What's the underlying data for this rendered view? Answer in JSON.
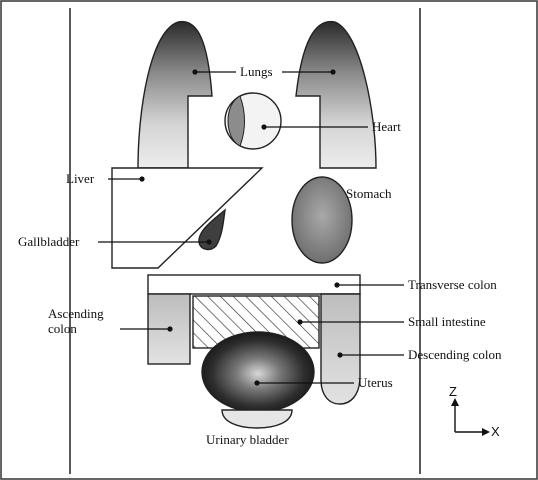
{
  "labels": {
    "lungs": "Lungs",
    "heart": "Heart",
    "liver": "Liver",
    "stomach": "Stomach",
    "gallbladder": "Gallbladder",
    "transverse_colon": "Transverse colon",
    "ascending_colon_line1": "Ascending",
    "ascending_colon_line2": "colon",
    "small_intestine": "Small intestine",
    "descending_colon": "Descending colon",
    "uterus": "Uterus",
    "urinary_bladder": "Urinary bladder"
  },
  "axes": {
    "vertical": "Z",
    "horizontal": "X"
  }
}
